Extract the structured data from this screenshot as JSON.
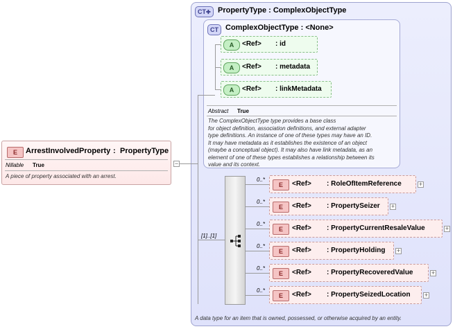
{
  "root": {
    "badge": "E",
    "name": "ArrestInvolvedProperty",
    "sep": ":",
    "type": "PropertyType",
    "prop_label": "Nillable",
    "prop_value": "True",
    "description": "A piece of property associated with an arrest."
  },
  "outer_ct": {
    "badge": "CT",
    "title": "PropertyType : ComplexObjectType",
    "description": "A data type for an item that is owned, possessed, or otherwise acquired by an entity."
  },
  "inner_ct": {
    "badge": "CT",
    "title": "ComplexObjectType : <None>",
    "abstract_label": "Abstract",
    "abstract_value": "True",
    "description_lines": [
      "The ComplexObjectType type provides a base class",
      "for object definition, association definitions, and external adapter",
      "type definitions. An instance of one of these types may have an ID.",
      "It may have metadata as it establishes the existence of an object",
      "(maybe a conceptual object). It may also have link metadata, as an",
      "element of one of these types establishes a relationship between its",
      "value and its context."
    ],
    "attributes": [
      {
        "badge": "A",
        "ref": "<Ref>",
        "name": ": id"
      },
      {
        "badge": "A",
        "ref": "<Ref>",
        "name": ": metadata"
      },
      {
        "badge": "A",
        "ref": "<Ref>",
        "name": ": linkMetadata"
      }
    ]
  },
  "sequence": {
    "occurrence": "[1]..[1]",
    "icon": "sequence-icon"
  },
  "elements": [
    {
      "occ": "0..*",
      "badge": "E",
      "ref": "<Ref>",
      "name": ": RoleOfItemReference"
    },
    {
      "occ": "0..*",
      "badge": "E",
      "ref": "<Ref>",
      "name": ": PropertySeizer"
    },
    {
      "occ": "0..*",
      "badge": "E",
      "ref": "<Ref>",
      "name": ": PropertyCurrentResaleValue"
    },
    {
      "occ": "0..*",
      "badge": "E",
      "ref": "<Ref>",
      "name": ": PropertyHolding"
    },
    {
      "occ": "0..*",
      "badge": "E",
      "ref": "<Ref>",
      "name": ": PropertyRecoveredValue"
    },
    {
      "occ": "0..*",
      "badge": "E",
      "ref": "<Ref>",
      "name": ": PropertySeizedLocation"
    }
  ],
  "expand_symbol": "+",
  "collapse_symbol": "−"
}
